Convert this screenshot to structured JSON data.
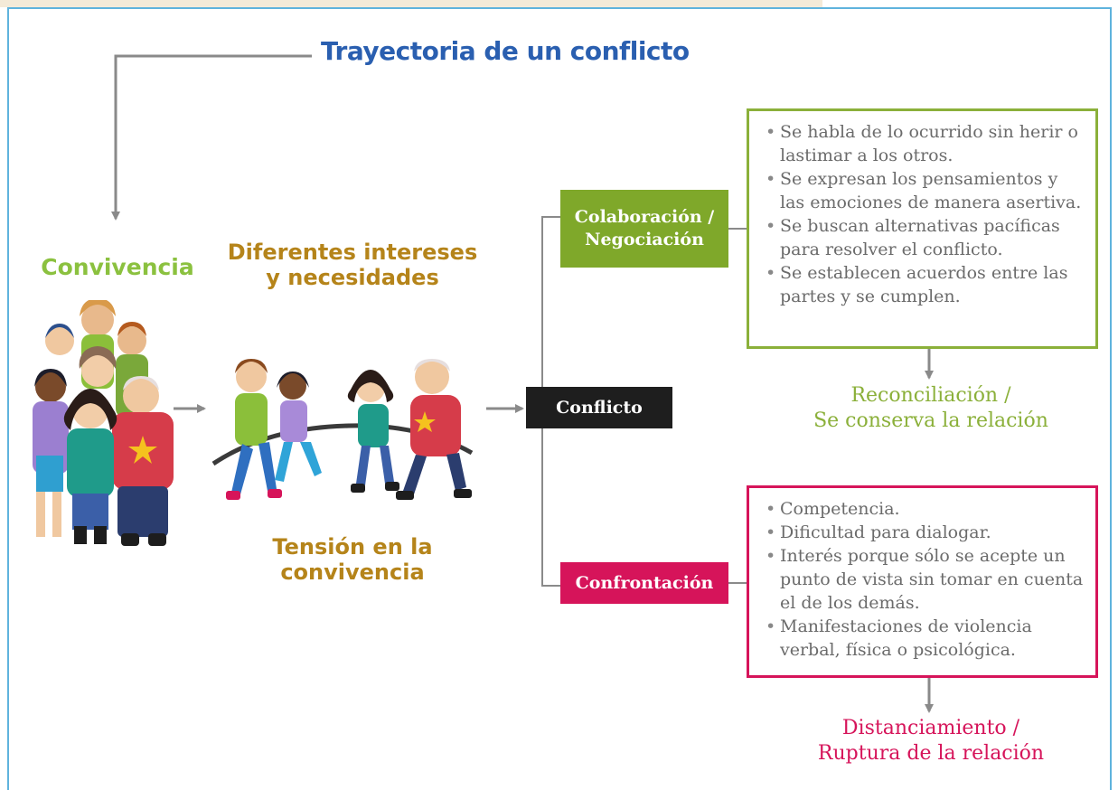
{
  "title": "Trayectoria de un conflicto",
  "stages": {
    "convivencia": "Convivencia",
    "intereses_line1": "Diferentes intereses",
    "intereses_line2": "y necesidades",
    "tension_line1": "Tensión en la",
    "tension_line2": "convivencia",
    "conflicto": "Conflicto"
  },
  "branches": {
    "colaboracion": {
      "label_line1": "Colaboración /",
      "label_line2": "Negociación",
      "items": [
        "Se habla de lo ocurrido sin herir o lastimar a los otros.",
        "Se expresan los pensamientos y las emociones de manera asertiva.",
        "Se buscan alternativas pacíficas para resolver el conflicto.",
        "Se establecen acuerdos entre las partes y se cumplen."
      ],
      "outcome_line1": "Reconciliación /",
      "outcome_line2": "Se conserva la relación"
    },
    "confrontacion": {
      "label": "Confrontación",
      "items": [
        "Competencia.",
        "Dificultad para dialogar.",
        "Interés porque sólo se acepte un punto de vista sin tomar en cuenta el de los demás.",
        "Manifestaciones de violencia verbal, física o psicológica."
      ],
      "outcome_line1": "Distanciamiento /",
      "outcome_line2": "Ruptura de la relación"
    }
  },
  "colors": {
    "title": "#2a5fb0",
    "green": "#7fa82a",
    "green_text": "#8bc13f",
    "gold": "#b5841a",
    "pink": "#d6145a",
    "black": "#1e1e1e",
    "frame": "#5fb3dd"
  },
  "icons": {
    "group_people": "group-of-people-illustration",
    "tug_of_war": "tug-of-war-illustration"
  }
}
